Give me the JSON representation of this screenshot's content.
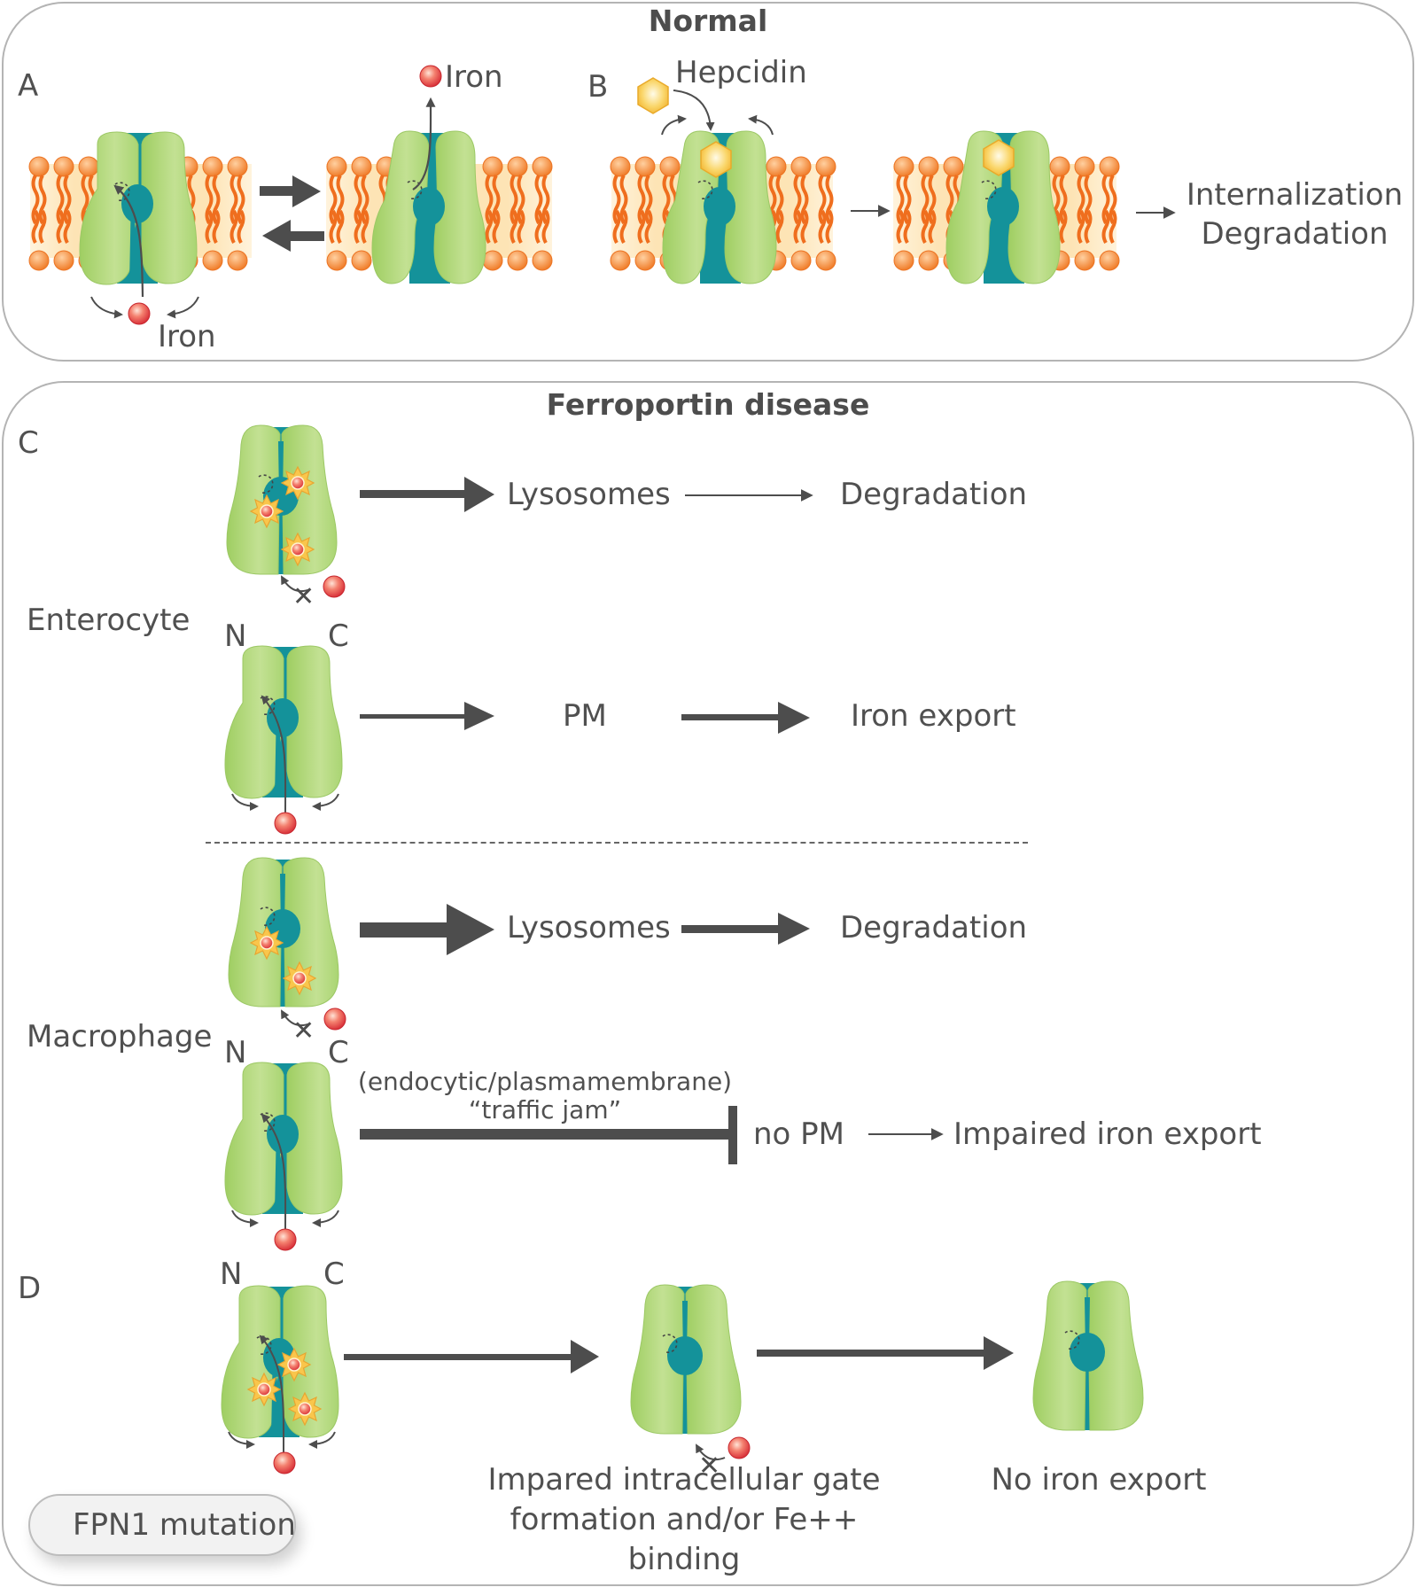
{
  "panels": {
    "normal": {
      "title": "Normal",
      "labels": {
        "A": "A",
        "B": "B"
      },
      "iron_top": "Iron",
      "iron_bottom": "Iron",
      "hepcidin": "Hepcidin",
      "outcome_line1": "Internalization",
      "outcome_line2": "Degradation"
    },
    "disease": {
      "title": "Ferroportin disease",
      "labels": {
        "C": "C",
        "D": "D"
      },
      "enterocyte": {
        "cell": "Enterocyte",
        "mutant_step1": "Lysosomes",
        "mutant_step2": "Degradation",
        "wt_step1": "PM",
        "wt_step2": "Iron export",
        "terminus_n": "N",
        "terminus_c": "C"
      },
      "macrophage": {
        "cell": "Macrophage",
        "mutant_step1": "Lysosomes",
        "mutant_step2": "Degradation",
        "block_note_line1": "(endocytic/plasmamembrane)",
        "block_note_line2": "“traffic jam”",
        "wt_step1": "no PM",
        "wt_step2": "Impaired iron export",
        "terminus_n": "N",
        "terminus_c": "C"
      },
      "d_row": {
        "terminus_n": "N",
        "terminus_c": "C",
        "middle_caption_line1": "Impared intracellular gate",
        "middle_caption_line2": "formation and/or Fe++",
        "middle_caption_line3": "binding",
        "right_caption": "No iron export"
      }
    }
  },
  "legend": {
    "icon": "mutation-star-icon",
    "label": "FPN1 mutation"
  },
  "colors": {
    "protein_green": "#a9d46f",
    "protein_light": "#c7e39a",
    "channel_teal": "#13939a",
    "lipid_orange": "#f07d2a",
    "membrane_fill": "#fde6b8",
    "iron_red": "#e8474c",
    "hepcidin_yellow": "#f6c445",
    "arrow_gray": "#4d4d4d",
    "border_gray": "#b4b4b4"
  }
}
